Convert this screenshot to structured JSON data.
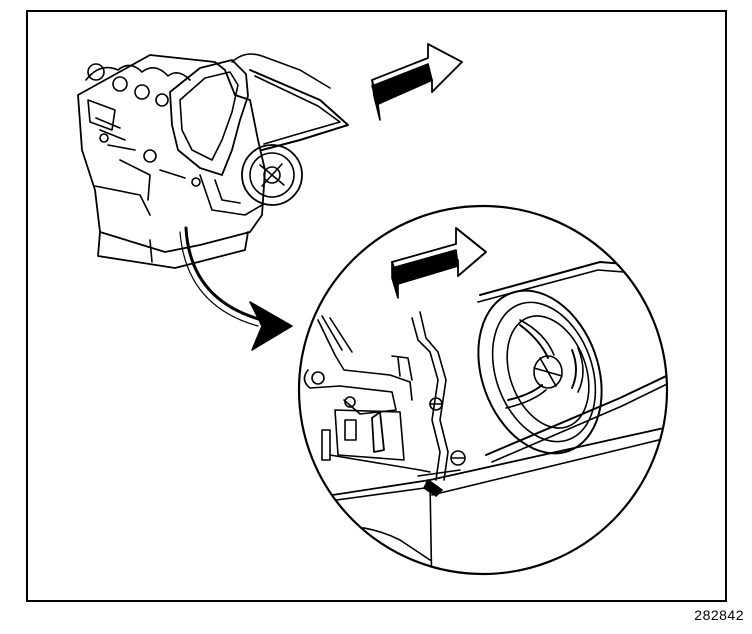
{
  "figure": {
    "number": "282842",
    "colors": {
      "line": "#000000",
      "background": "#ffffff",
      "arrow_fill": "#000000"
    },
    "parts": {
      "engine_overview": "engine-front-with-belt-and-pulley",
      "detail_view": "magnified-circular-detail",
      "callout_arrow": "curved-pointer-arrow",
      "direction_arrows": [
        "engine-front-direction-arrow",
        "engine-front-direction-arrow"
      ]
    }
  }
}
